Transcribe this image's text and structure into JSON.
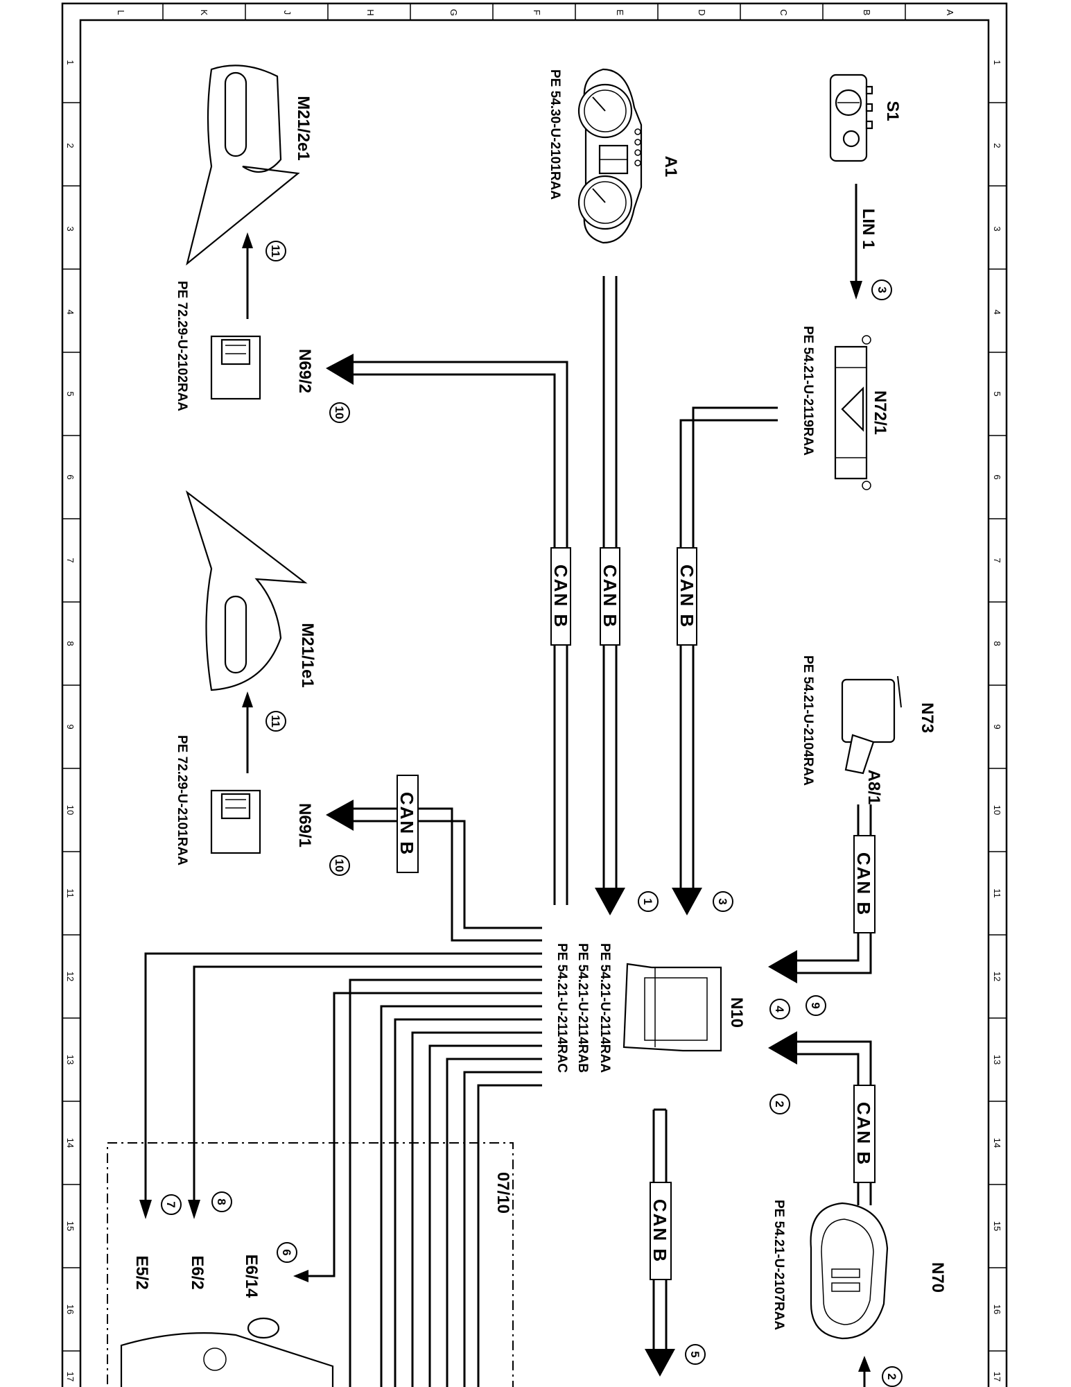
{
  "grid": {
    "columns": [
      "L",
      "K",
      "J",
      "H",
      "G",
      "F",
      "E",
      "D",
      "C",
      "B",
      "A"
    ],
    "rows": [
      "1",
      "2",
      "3",
      "4",
      "5",
      "6",
      "7",
      "8",
      "9",
      "10",
      "11",
      "12",
      "13",
      "14",
      "15",
      "16",
      "17"
    ]
  },
  "components": {
    "s1": {
      "label": "S1"
    },
    "a1": {
      "label": "A1",
      "ref": "PE 54.30-U-2101RAA"
    },
    "m21_2e1": {
      "label": "M21/2e1"
    },
    "n69_2": {
      "label": "N69/2",
      "ref": "PE 72.29-U-2102RAA"
    },
    "n72_1": {
      "label": "N72/1",
      "ref": "PE 54.21-U-2119RAA"
    },
    "m21_1e1": {
      "label": "M21/1e1"
    },
    "n69_1": {
      "label": "N69/1",
      "ref": "PE 72.29-U-2101RAA"
    },
    "n73": {
      "label": "N73",
      "ref": "PE 54.21-U-2104RAA"
    },
    "a8_1": {
      "label": "A8/1"
    },
    "n10": {
      "label": "N10",
      "refs": [
        "PE 54.21-U-2114RAA",
        "PE 54.21-U-2114RAB",
        "PE 54.21-U-2114RAC"
      ]
    },
    "n70": {
      "label": "N70",
      "ref": "PE 54.21-U-2107RAA"
    },
    "e6_14": {
      "label": "E6/14"
    },
    "e6_2": {
      "label": "E6/2"
    },
    "e5_2": {
      "label": "E5/2"
    }
  },
  "bus": {
    "lin1": "LIN 1",
    "can_b": "CAN B"
  },
  "circles": {
    "c1": "1",
    "c2": "2",
    "c3": "3",
    "c4": "4",
    "c5": "5",
    "c6": "6",
    "c7": "7",
    "c8": "8",
    "c9": "9",
    "c10": "10",
    "c11": "11"
  },
  "continuation": "07/10"
}
